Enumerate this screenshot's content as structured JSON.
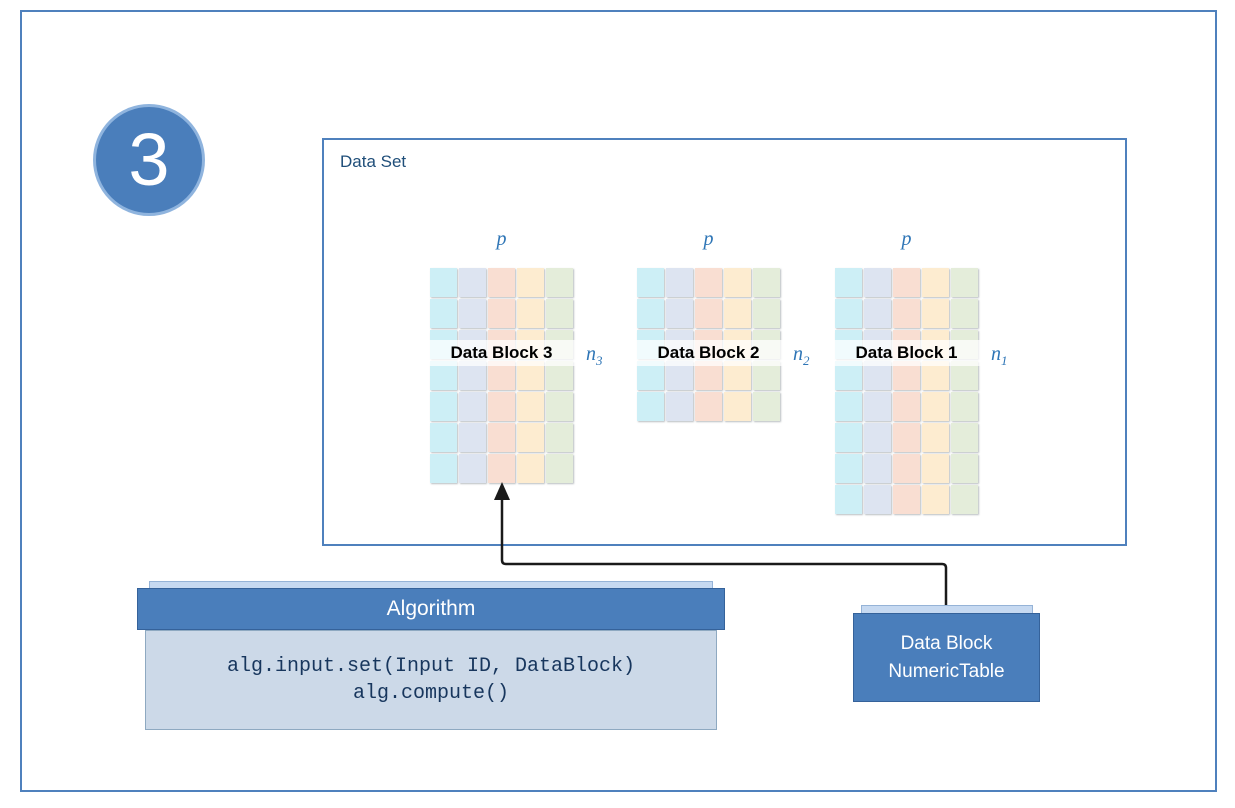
{
  "page": {
    "step_number": "3"
  },
  "data_set": {
    "title": "Data Set",
    "cols": 5,
    "column_colors": [
      "#cdeff6",
      "#dde4f1",
      "#f9ded2",
      "#fdecd0",
      "#e4edda"
    ],
    "blocks": [
      {
        "label": "Data Block 3",
        "p_label": "p",
        "n_letter": "n",
        "n_sub": "3",
        "rows": 7
      },
      {
        "label": "Data Block 2",
        "p_label": "p",
        "n_letter": "n",
        "n_sub": "2",
        "rows": 5
      },
      {
        "label": "Data Block 1",
        "p_label": "p",
        "n_letter": "n",
        "n_sub": "1",
        "rows": 8
      }
    ]
  },
  "algorithm": {
    "title": "Algorithm",
    "code_lines": [
      "alg.input.set(Input ID, DataBlock)",
      "alg.compute()"
    ]
  },
  "numeric_table": {
    "line1": "Data Block",
    "line2": "NumericTable"
  },
  "colors": {
    "accent-blue": "#4a7ebb",
    "light-blue": "#c6d9f1",
    "panel-blue": "#ccd9e8",
    "border-blue": "#4f81bd",
    "text-navy": "#1f4e79",
    "label-blue": "#2e75b6",
    "code-navy": "#17365d",
    "arrow-black": "#1a1a1a"
  }
}
